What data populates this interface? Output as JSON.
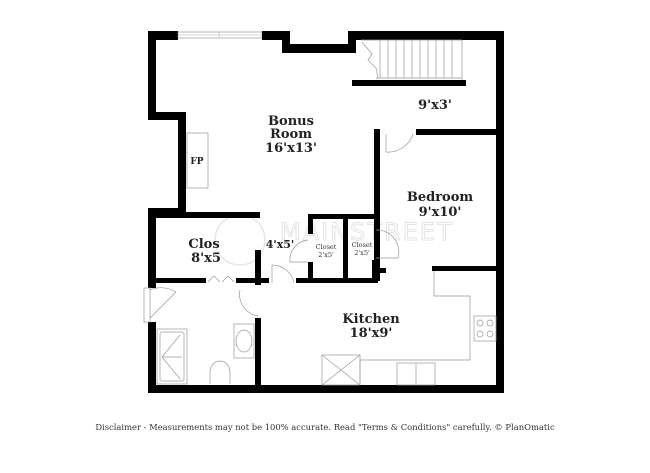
{
  "floorplan": {
    "rooms": [
      {
        "id": "bonus",
        "name": "Bonus",
        "name2": "Room",
        "dims": "16'x13'"
      },
      {
        "id": "landing",
        "dims": "9'x3'"
      },
      {
        "id": "bedroom",
        "name": "Bedroom",
        "dims": "9'x10'"
      },
      {
        "id": "closet-large",
        "name": "Clos",
        "dims": "8'x5"
      },
      {
        "id": "hall",
        "dims": "4'x5'"
      },
      {
        "id": "closet-1",
        "name": "Closet",
        "dims": "2'x5'"
      },
      {
        "id": "closet-2",
        "name": "Closet",
        "dims": "2'x5'"
      },
      {
        "id": "kitchen",
        "name": "Kitchen",
        "dims": "18'x9'"
      }
    ],
    "fireplace_label": "FP",
    "watermark": "MAINSTREET"
  },
  "disclaimer": "Disclaimer - Measurements may not be 100% accurate. Read \"Terms & Conditions\" carefully. © PlanOmatic",
  "colors": {
    "wall": "#000000",
    "fixture": "#9a9a9a",
    "background": "#ffffff"
  }
}
